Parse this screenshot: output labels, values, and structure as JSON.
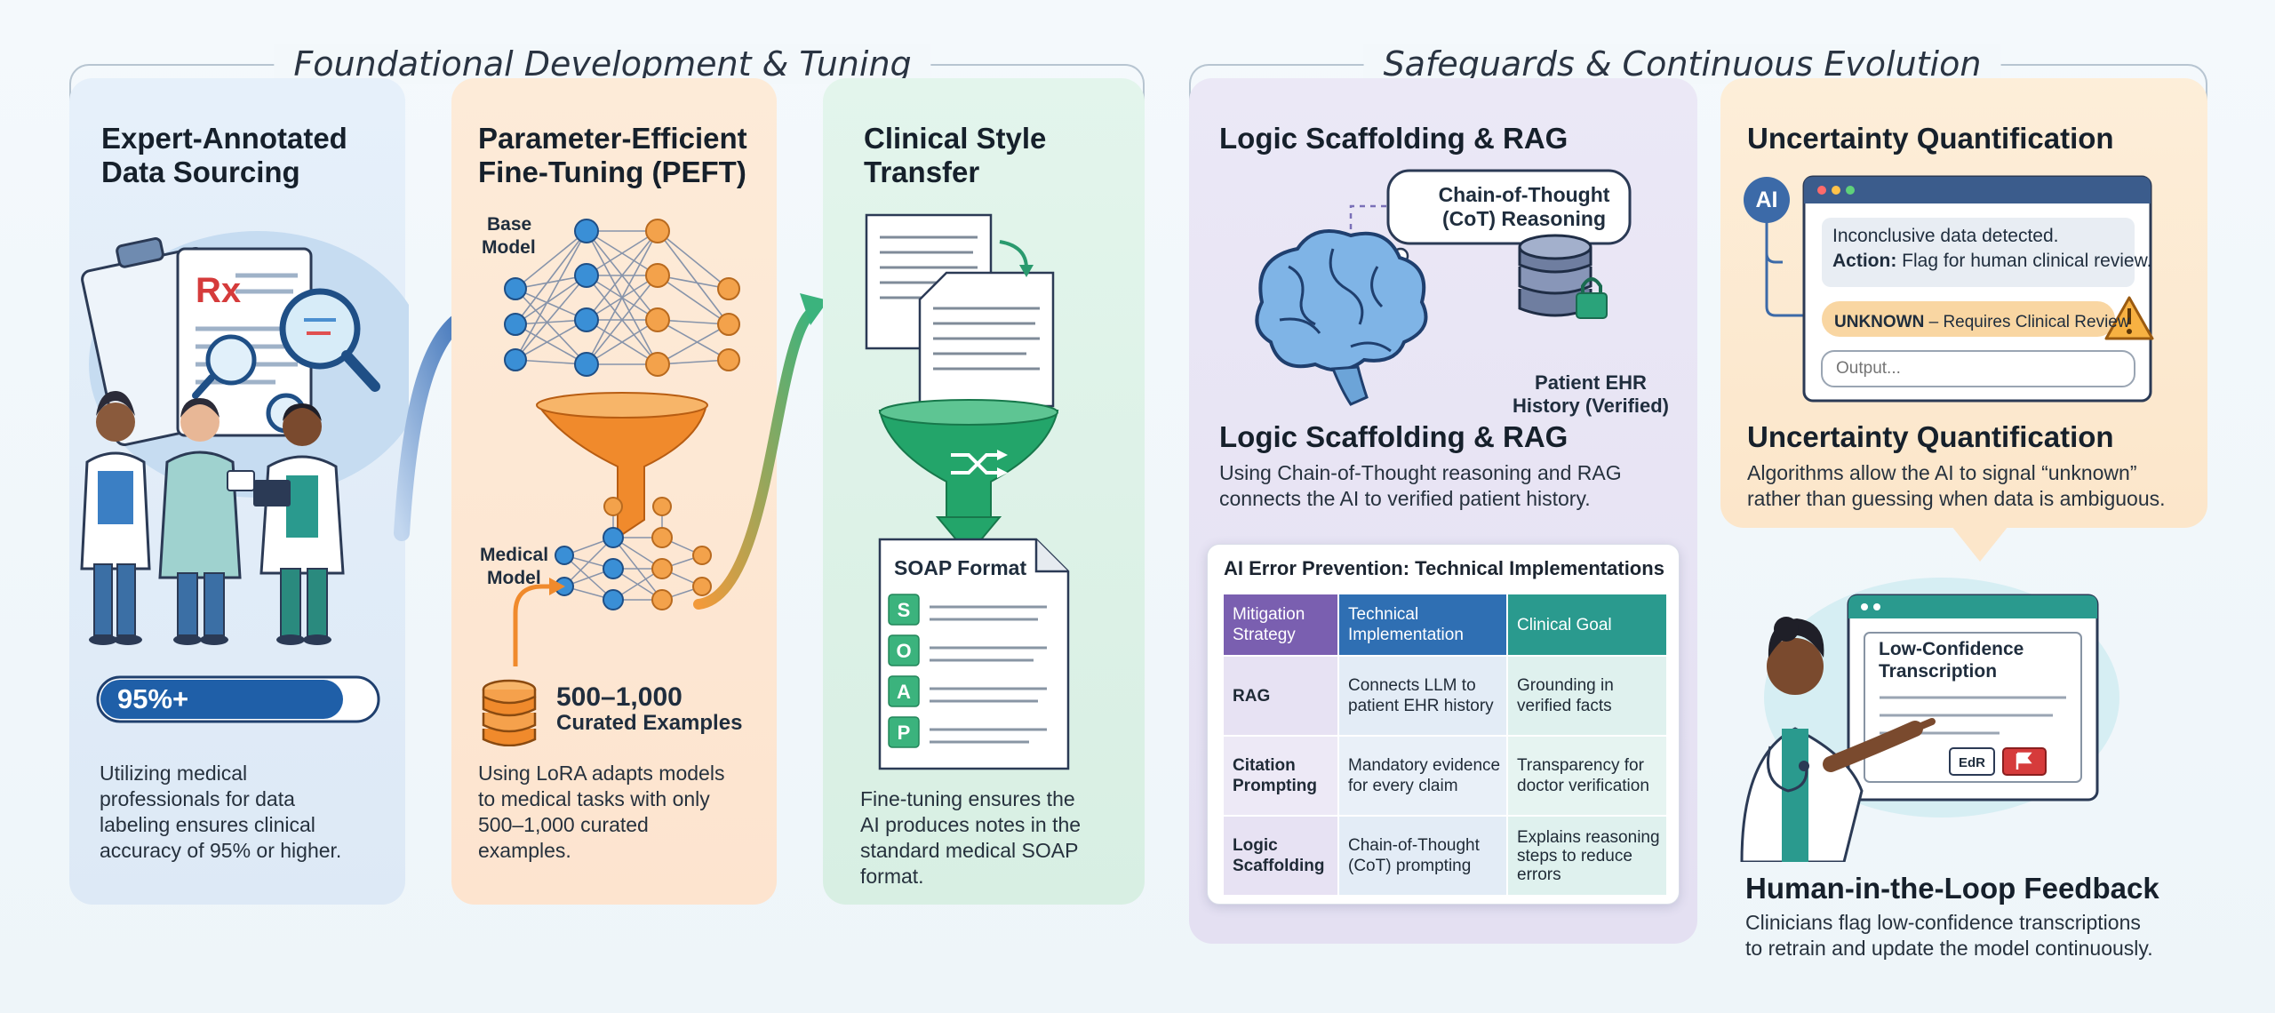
{
  "groups": {
    "left": {
      "title": "Foundational Development & Tuning"
    },
    "right": {
      "title": "Safeguards & Continuous Evolution"
    }
  },
  "panels": {
    "expert": {
      "title_l1": "Expert-Annotated",
      "title_l2": "Data Sourcing",
      "badge": "95%+",
      "badge_fill_fraction": 0.88,
      "desc": [
        "Utilizing medical",
        "professionals for data",
        "labeling ensures clinical",
        "accuracy of 95% or higher."
      ],
      "doc_symbol": "Rx"
    },
    "peft": {
      "title_l1": "Parameter-Efficient",
      "title_l2": "Fine-Tuning (PEFT)",
      "base_l1": "Base",
      "base_l2": "Model",
      "med_l1": "Medical",
      "med_l2": "Model",
      "examples_l1": "500–1,000",
      "examples_l2": "Curated Examples",
      "desc": [
        "Using LoRA adapts models",
        "to medical tasks with only",
        "500–1,000 curated",
        "examples."
      ]
    },
    "style": {
      "title_l1": "Clinical Style",
      "title_l2": "Transfer",
      "soap_title": "SOAP Format",
      "soap_letters": [
        "S",
        "O",
        "A",
        "P"
      ],
      "desc": [
        "Fine-tuning ensures the",
        "AI produces notes in the",
        "standard medical SOAP",
        "format."
      ]
    },
    "logic": {
      "title_top": "Logic Scaffolding & RAG",
      "cot_l1": "Chain-of-Thought",
      "cot_l2": "(CoT) Reasoning",
      "ehr_l1": "Patient EHR",
      "ehr_l2": "History (Verified)",
      "title_mid": "Logic Scaffolding & RAG",
      "desc": [
        "Using Chain-of-Thought reasoning and RAG",
        "connects the AI to verified patient history."
      ]
    },
    "table": {
      "title": "AI Error Prevention: Technical Implementations",
      "headers": [
        [
          "Mitigation",
          "Strategy"
        ],
        [
          "Technical",
          "Implementation"
        ],
        [
          "Clinical Goal",
          ""
        ]
      ],
      "rows": [
        [
          [
            "RAG"
          ],
          [
            "Connects LLM to",
            "patient EHR history"
          ],
          [
            "Grounding in",
            "verified facts"
          ]
        ],
        [
          [
            "Citation",
            "Prompting"
          ],
          [
            "Mandatory evidence",
            "for every claim"
          ],
          [
            "Transparency for",
            "doctor verification"
          ]
        ],
        [
          [
            "Logic",
            "Scaffolding"
          ],
          [
            "Chain-of-Thought",
            "(CoT) prompting"
          ],
          [
            "Explains reasoning",
            "steps to reduce",
            "errors"
          ]
        ]
      ]
    },
    "uncertainty": {
      "title_top": "Uncertainty Quantification",
      "ai_label": "AI",
      "msg_l1": "Inconclusive data detected.",
      "msg_action_label": "Action:",
      "msg_action": "Flag for human clinical review.",
      "unknown_label": "UNKNOWN",
      "unknown_text": "– Requires Clinical Review",
      "output_placeholder": "Output...",
      "title_mid": "Uncertainty Quantification",
      "desc": [
        "Algorithms allow the AI to signal “unknown”",
        "rather than guessing when data is ambiguous."
      ]
    },
    "hitl": {
      "screen_l1": "Low-Confidence",
      "screen_l2": "Transcription",
      "edit_label": "EdR",
      "title": "Human-in-the-Loop Feedback",
      "desc": [
        "Clinicians flag low-confidence transcriptions",
        "to retrain and update the model continuously."
      ]
    }
  },
  "colors": {
    "blue_panel": "#e3eef9",
    "orange_panel": "#fdebd9",
    "green_panel": "#e2f4ea",
    "purple_panel": "#e9e6f5",
    "peach_panel": "#fcecd6",
    "table_purple": "#7a5fb0",
    "table_blue": "#2f6fb3",
    "table_teal": "#2a9a8e"
  }
}
